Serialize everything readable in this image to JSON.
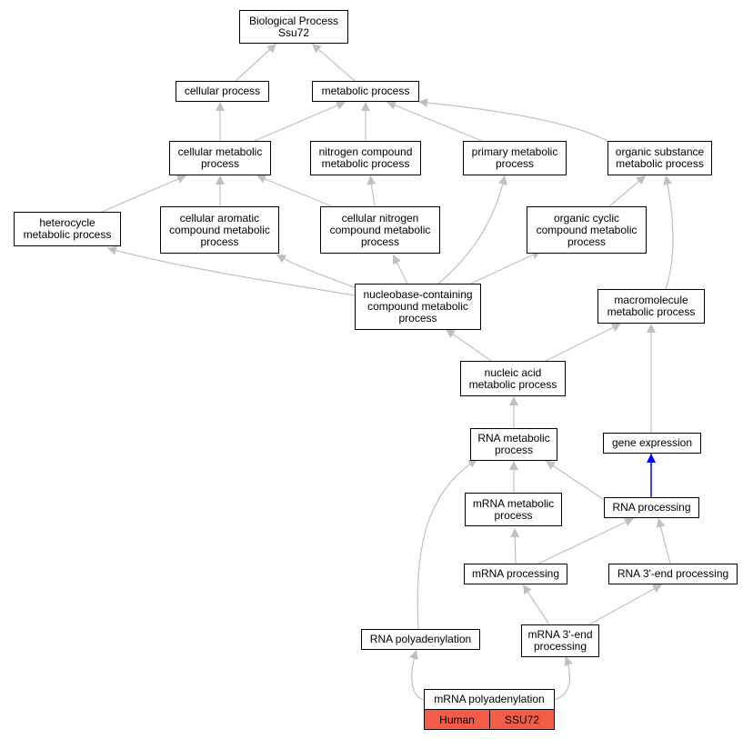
{
  "nodes": {
    "bp": "Biological Process\nSsu72",
    "cp": "cellular process",
    "mp": "metabolic process",
    "cmp": "cellular metabolic\nprocess",
    "ncmp": "nitrogen compound\nmetabolic process",
    "pmp": "primary metabolic\nprocess",
    "osmp": "organic substance\nmetabolic process",
    "hmp": "heterocycle\nmetabolic process",
    "cacmp": "cellular aromatic\ncompound metabolic\nprocess",
    "cncmp": "cellular nitrogen\ncompound metabolic\nprocess",
    "occmp": "organic cyclic\ncompound metabolic\nprocess",
    "nbcmp": "nucleobase-containing\ncompound metabolic\nprocess",
    "macmp": "macromolecule\nmetabolic process",
    "namp": "nucleic acid\nmetabolic process",
    "rnamp": "RNA metabolic\nprocess",
    "ge": "gene expression",
    "mrnamp": "mRNA metabolic\nprocess",
    "rnap": "RNA processing",
    "mrnap": "mRNA processing",
    "rna3": "RNA 3'-end processing",
    "rnapa": "RNA polyadenylation",
    "mrna3": "mRNA 3'-end\nprocessing",
    "mrnapa": "mRNA polyadenylation"
  },
  "gene_row": {
    "species": "Human",
    "gene": "SSU72"
  },
  "colors": {
    "edge": "#c0c0c0",
    "highlight_edge": "#0000ff",
    "gene_fill": "#f35d47"
  }
}
